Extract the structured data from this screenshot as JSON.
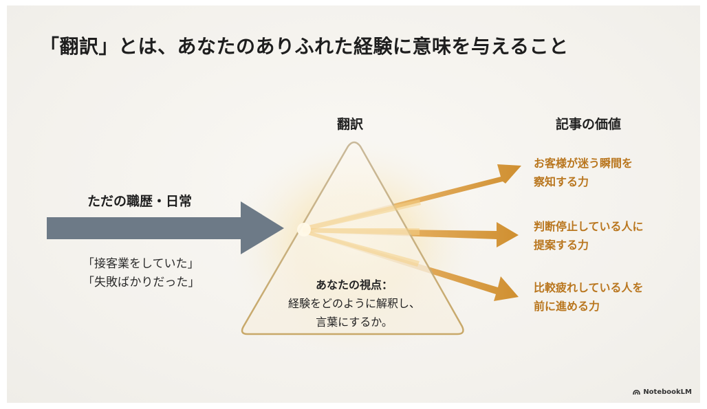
{
  "title": "「翻訳」とは、あなたのありふれた経験に意味を与えること",
  "input": {
    "heading": "ただの職歴・日常",
    "quotes": [
      "「接客業をしていた」",
      "「失敗ばかりだった」"
    ]
  },
  "prism": {
    "heading": "翻訳",
    "lines": [
      "あなたの視点：",
      "経験をどのように解釈し、",
      "言葉にするか。"
    ]
  },
  "outputs": {
    "heading": "記事の価値",
    "items": [
      {
        "lines": [
          "お客様が迷う瞬間を",
          "察知する力"
        ]
      },
      {
        "lines": [
          "判断停止している人に",
          "提案する力"
        ]
      },
      {
        "lines": [
          "比較疲れしている人を",
          "前に進める力"
        ]
      }
    ]
  },
  "colors": {
    "input_arrow": "#6d7a87",
    "output_text": "#b9761e",
    "beam": "#d99a3a"
  },
  "branding": {
    "icon": "notebooklm-icon",
    "text": "NotebookLM"
  }
}
